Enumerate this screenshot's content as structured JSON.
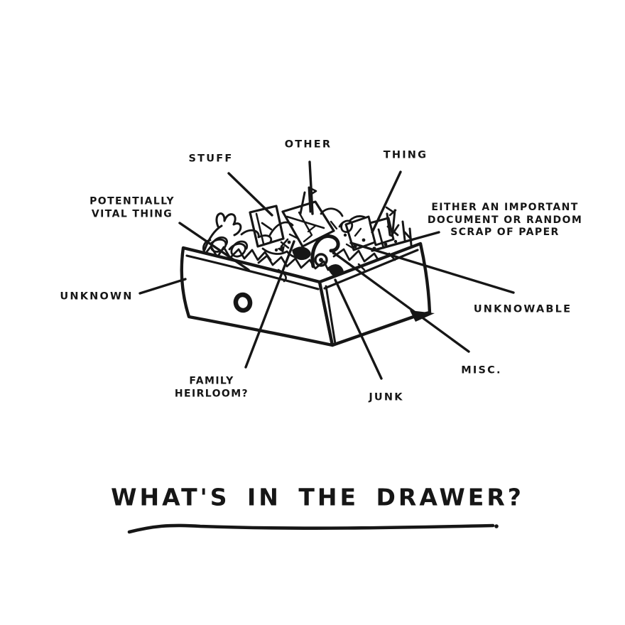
{
  "colors": {
    "background": "#ffffff",
    "ink": "#161616"
  },
  "figure": {
    "labels": {
      "stuff": "STUFF",
      "other": "OTHER",
      "thing": "THING",
      "potentially_vital_thing": {
        "line1": "POTENTIALLY",
        "line2": "VITAL THING"
      },
      "either_document": {
        "line1": "EITHER AN IMPORTANT",
        "line2": "DOCUMENT OR RANDOM",
        "line3": "SCRAP OF PAPER"
      },
      "unknown": "UNKNOWN",
      "unknowable": "UNKNOWABLE",
      "misc": "MISC.",
      "junk": "JUNK",
      "family_heirloom": {
        "line1": "FAMILY",
        "line2": "HEIRLOOM?"
      }
    },
    "title": "WHAT'S IN THE DRAWER?"
  }
}
